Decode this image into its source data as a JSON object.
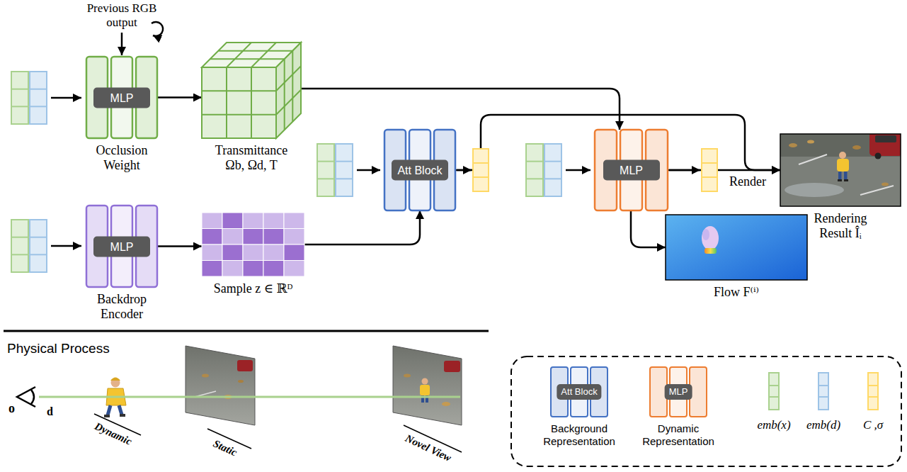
{
  "diagram": {
    "nodes": [
      {
        "text": [
          "MLP",
          "Occlusion Weight"
        ]
      },
      {
        "text": [
          "Transmittance Ωb, Ωd, T"
        ]
      },
      {
        "text": [
          "MLP",
          "Backdrop Encoder"
        ]
      },
      {
        "text": [
          "Sample z ∈ ℝᴰ"
        ]
      },
      {
        "text": [
          "Att Block"
        ]
      },
      {
        "text": [
          "MLP"
        ]
      },
      {
        "text": [
          "Rendering Result Îᵢ"
        ]
      },
      {
        "text": [
          "Flow F⁽ⁱ⁾"
        ]
      }
    ],
    "edges": [
      {
        "from": 0,
        "to": 1,
        "arrow": "to"
      },
      {
        "from": 2,
        "to": 3,
        "arrow": "to"
      },
      {
        "from": 3,
        "to": 4,
        "arrow": "to"
      },
      {
        "from": 4,
        "to": 6,
        "arrow": "to"
      },
      {
        "from": 1,
        "to": 5,
        "arrow": "to"
      },
      {
        "from": 5,
        "to": 6,
        "label": "Render",
        "arrow": "to"
      },
      {
        "from": 5,
        "to": 7,
        "arrow": "to"
      }
    ],
    "labels": [
      "Previous RGB output",
      "Physical Process",
      "o",
      "d",
      "Dynamic",
      "Static",
      "Novel View",
      "Att Block",
      "MLP"
    ],
    "legend": [
      {
        "text": "Background Representation"
      },
      {
        "text": "Dynamic Representation"
      },
      {
        "text": "emb(x)",
        "color": "#e2f0d9"
      },
      {
        "text": "emb(d)",
        "color": "#deebf7"
      },
      {
        "text": "C ,σ",
        "color": "#fff2cc"
      }
    ]
  }
}
